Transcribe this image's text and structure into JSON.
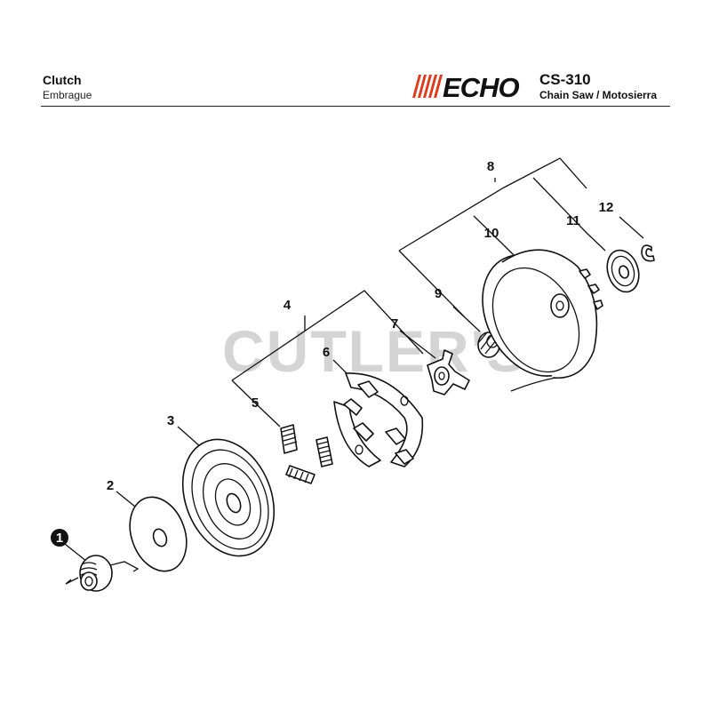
{
  "header": {
    "title": "Clutch",
    "subtitle": "Embrague",
    "brand": "ECHO",
    "model": "CS-310",
    "model_desc": "Chain Saw / Motosierra"
  },
  "watermark": "CUTLER'S",
  "callouts": [
    {
      "id": "c1",
      "label": "1",
      "highlighted": true
    },
    {
      "id": "c2",
      "label": "2"
    },
    {
      "id": "c3",
      "label": "3"
    },
    {
      "id": "c4",
      "label": "4"
    },
    {
      "id": "c5",
      "label": "5"
    },
    {
      "id": "c6",
      "label": "6"
    },
    {
      "id": "c7",
      "label": "7"
    },
    {
      "id": "c8",
      "label": "8"
    },
    {
      "id": "c9",
      "label": "9"
    },
    {
      "id": "c10",
      "label": "10"
    },
    {
      "id": "c11",
      "label": "11"
    },
    {
      "id": "c12",
      "label": "12"
    }
  ],
  "colors": {
    "brand_red": "#e03a1e",
    "ink": "#111111",
    "watermark": "#d4d4d4"
  }
}
